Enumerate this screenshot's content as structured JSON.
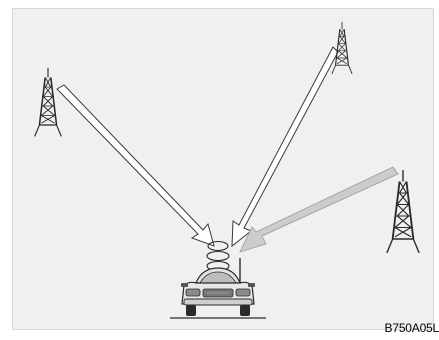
{
  "figure": {
    "code": "B750A05L",
    "background_color": "#f0f0f0",
    "line_color": "#2a2a2a",
    "reflected_arrow_color": "#ffffff",
    "direct_arrow_color": "#cccccc"
  },
  "towers": [
    {
      "name": "left-tower"
    },
    {
      "name": "top-right-tower"
    },
    {
      "name": "right-tower"
    }
  ]
}
